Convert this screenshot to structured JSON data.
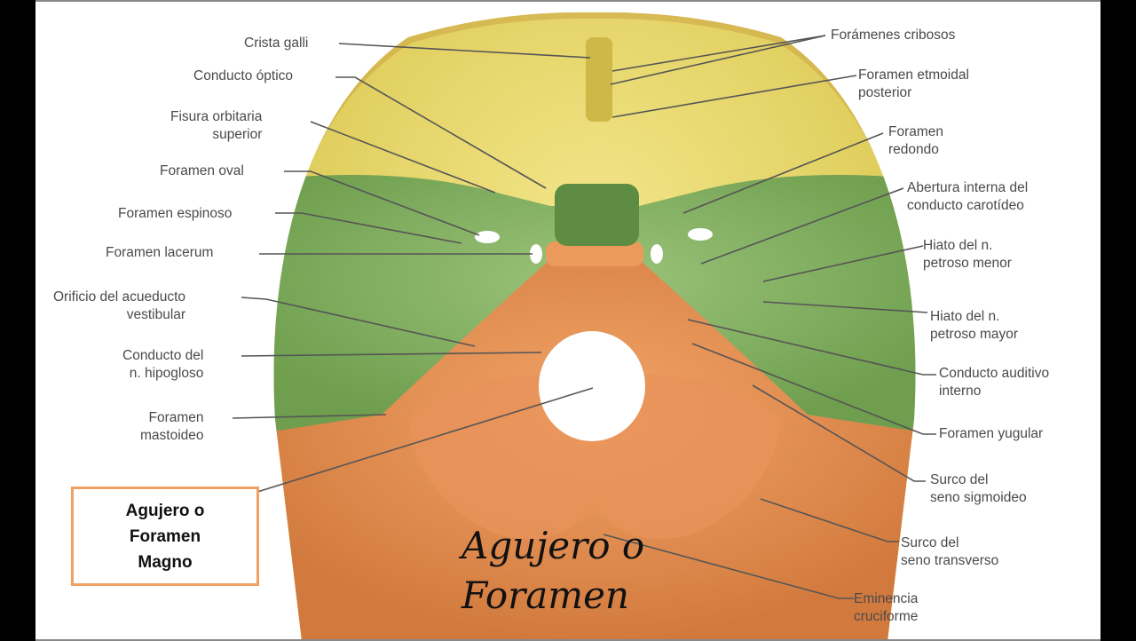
{
  "diagram": {
    "subject": "Base interna del cráneo (vista superior)",
    "colors": {
      "anterior_fossa": "#e8d86a",
      "middle_fossa": "#8fb86a",
      "posterior_fossa": "#e08a50",
      "highlight_box_border": "#f0a060",
      "background": "#ffffff",
      "letterbox": "#000000"
    },
    "labels_left": [
      {
        "id": "crista-galli",
        "text": "Crista galli"
      },
      {
        "id": "conducto-optico",
        "text": "Conducto óptico"
      },
      {
        "id": "fisura-orbitaria-superior",
        "text": "Fisura orbitaria\nsuperior"
      },
      {
        "id": "foramen-oval",
        "text": "Foramen oval"
      },
      {
        "id": "foramen-espinoso",
        "text": "Foramen espinoso"
      },
      {
        "id": "foramen-lacerum",
        "text": "Foramen lacerum"
      },
      {
        "id": "orificio-acueducto-vestibular",
        "text": "Orificio del acueducto\nvestibular"
      },
      {
        "id": "conducto-hipogloso",
        "text": "Conducto del\nn. hipogloso"
      },
      {
        "id": "foramen-mastoideo",
        "text": "Foramen\nmastoideo"
      }
    ],
    "labels_right": [
      {
        "id": "foramenes-cribosos",
        "text": "Forámenes cribosos"
      },
      {
        "id": "foramen-etmoidal-posterior",
        "text": "Foramen etmoidal\nposterior"
      },
      {
        "id": "foramen-redondo",
        "text": "Foramen\nredondo"
      },
      {
        "id": "abertura-conducto-carotideo",
        "text": "Abertura interna del\nconducto carotídeo"
      },
      {
        "id": "hiato-petroso-menor",
        "text": "Hiato del n.\npetroso menor"
      },
      {
        "id": "hiato-petroso-mayor",
        "text": "Hiato del n.\npetroso mayor"
      },
      {
        "id": "conducto-auditivo-interno",
        "text": "Conducto auditivo\ninterno"
      },
      {
        "id": "foramen-yugular",
        "text": "Foramen yugular"
      },
      {
        "id": "surco-seno-sigmoideo",
        "text": "Surco del\nseno sigmoideo"
      },
      {
        "id": "surco-seno-transverso",
        "text": "Surco del\nseno transverso"
      },
      {
        "id": "eminencia-cruciforme",
        "text": "Eminencia\ncruciforme"
      }
    ],
    "highlight_box": {
      "text": "Agujero o\nForamen\nMagno"
    },
    "caption": {
      "text": "Agujero o\nForamen"
    }
  }
}
